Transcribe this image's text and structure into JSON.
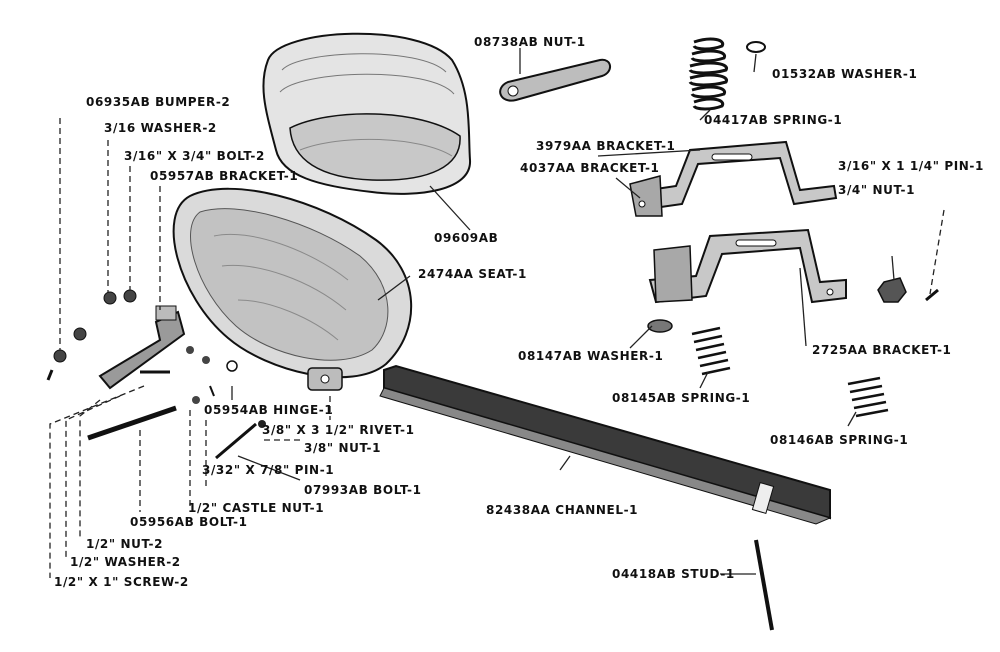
{
  "labels": {
    "nut_08738": "08738AB NUT-1",
    "washer_01532": "01532AB WASHER-1",
    "spring_04417": "04417AB SPRING-1",
    "bumper_06935": "06935AB BUMPER-2",
    "washer_316": "3/16 WASHER-2",
    "bolt_316": "3/16\" X 3/4\" BOLT-2",
    "bracket_05957": "05957AB BRACKET-1",
    "cushion_09609": "09609AB",
    "bracket_3979": "3979AA BRACKET-1",
    "bracket_4037": "4037AA BRACKET-1",
    "pin_316": "3/16\" X 1 1/4\" PIN-1",
    "nut_34": "3/4\" NUT-1",
    "seat_2474": "2474AA SEAT-1",
    "washer_08147": "08147AB WASHER-1",
    "bracket_2725": "2725AA BRACKET-1",
    "spring_08145": "08145AB SPRING-1",
    "hinge_05954": "05954AB HINGE-1",
    "rivet_38": "3/8\" X 3 1/2\" RIVET-1",
    "nut_38": "3/8\" NUT-1",
    "spring_08146": "08146AB SPRING-1",
    "pin_332": "3/32\" X 7/8\" PIN-1",
    "bolt_07993": "07993AB BOLT-1",
    "castle_nut": "1/2\" CASTLE NUT-1",
    "channel_82438": "82438AA CHANNEL-1",
    "bolt_05956": "05956AB BOLT-1",
    "nut_12": "1/2\" NUT-2",
    "washer_12": "1/2\" WASHER-2",
    "screw_12": "1/2\" X 1\" SCREW-2",
    "stud_04418": "04418AB STUD-1"
  }
}
